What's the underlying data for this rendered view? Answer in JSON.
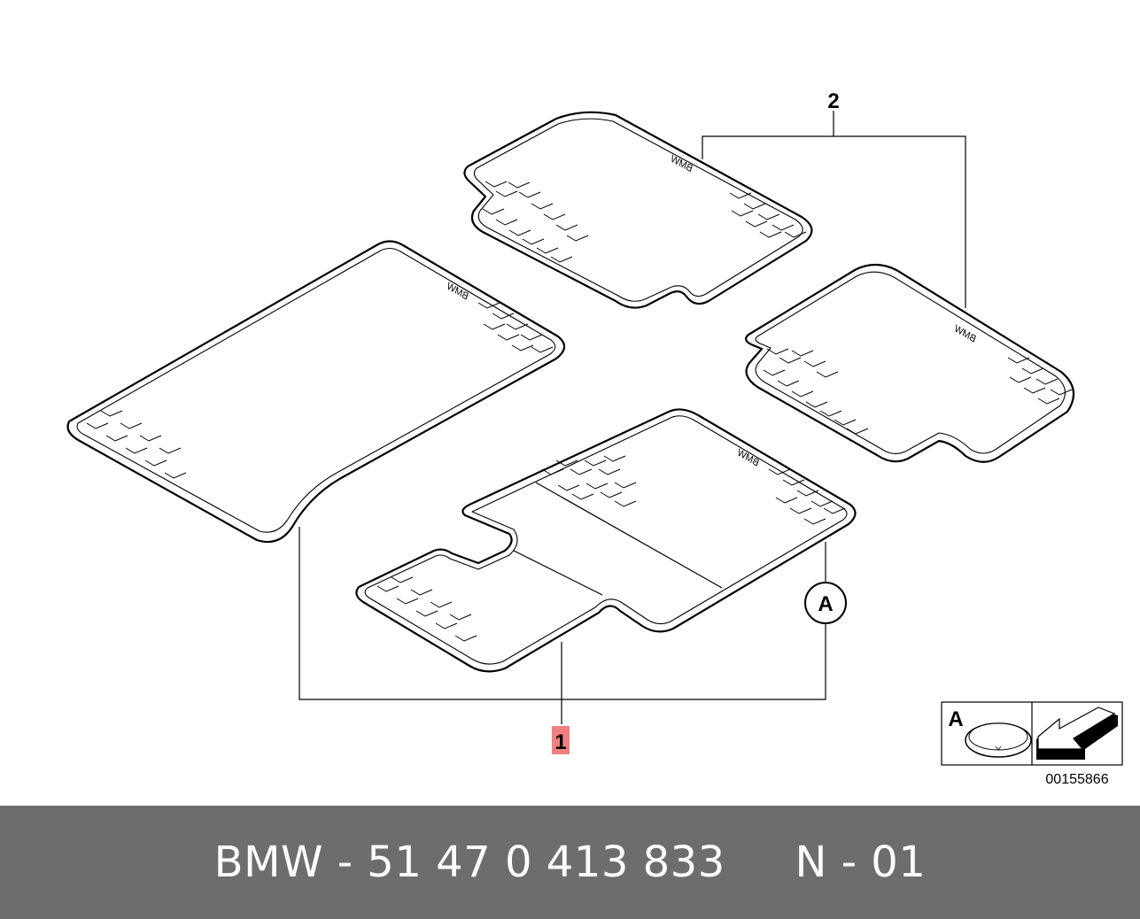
{
  "callouts": {
    "part1": "1",
    "part2": "2",
    "marker_a": "A"
  },
  "detail_box": {
    "label": "A",
    "drawing_number": "00155866"
  },
  "mat_logo": "BMW",
  "footer": {
    "text": "BMW - 51 47 0 413 833     N - 01"
  },
  "colors": {
    "footer_bg": "#6d6d6d",
    "footer_text": "#ffffff",
    "part1_highlight": "#f08080"
  },
  "icons": [
    "clip-icon",
    "arrow-icon"
  ]
}
